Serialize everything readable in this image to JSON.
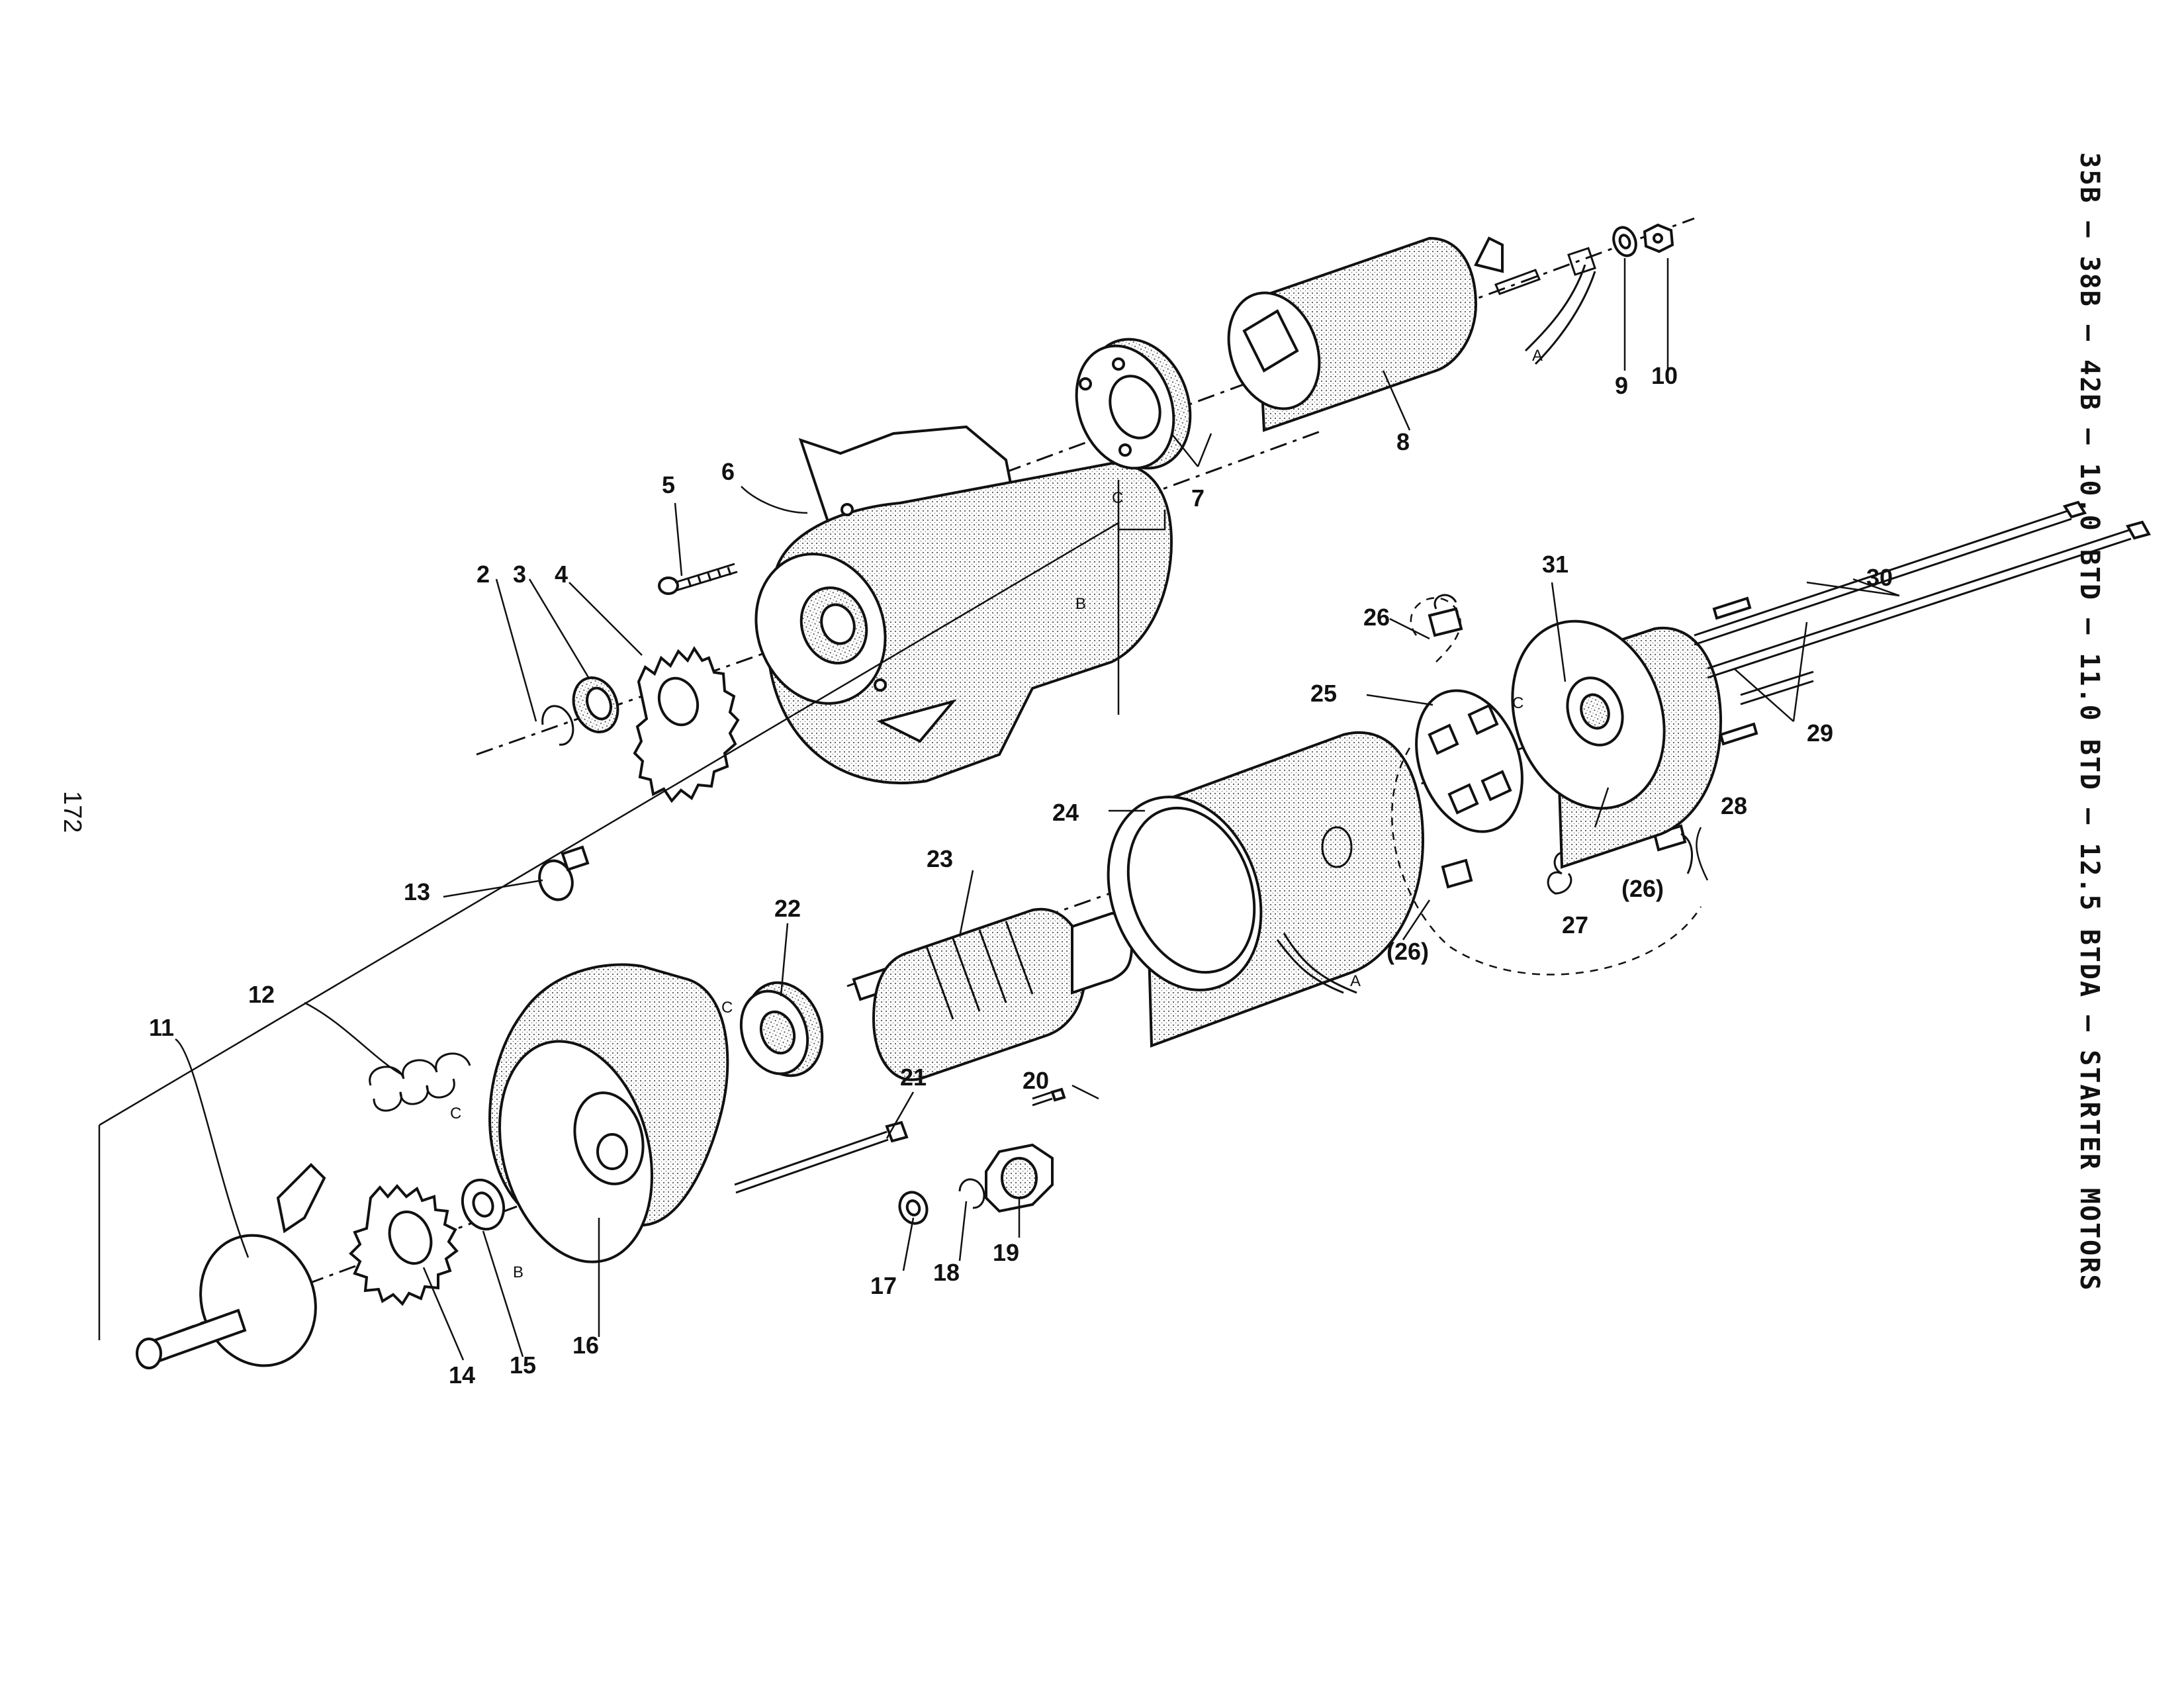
{
  "header": {
    "side_title": "35B – 38B – 42B – 10.0 BTD – 11.0 BTD – 12.5 BTDA – STARTER MOTORS",
    "page_number": "172"
  },
  "callouts": [
    {
      "id": "c2",
      "label": "2"
    },
    {
      "id": "c3",
      "label": "3"
    },
    {
      "id": "c4",
      "label": "4"
    },
    {
      "id": "c5",
      "label": "5"
    },
    {
      "id": "c6",
      "label": "6"
    },
    {
      "id": "c7",
      "label": "7"
    },
    {
      "id": "c8",
      "label": "8"
    },
    {
      "id": "c9",
      "label": "9"
    },
    {
      "id": "c10",
      "label": "10"
    },
    {
      "id": "c11",
      "label": "11"
    },
    {
      "id": "c12",
      "label": "12"
    },
    {
      "id": "c13",
      "label": "13"
    },
    {
      "id": "c14",
      "label": "14"
    },
    {
      "id": "c15",
      "label": "15"
    },
    {
      "id": "c16",
      "label": "16"
    },
    {
      "id": "c17",
      "label": "17"
    },
    {
      "id": "c18",
      "label": "18"
    },
    {
      "id": "c19",
      "label": "19"
    },
    {
      "id": "c20",
      "label": "20"
    },
    {
      "id": "c21",
      "label": "21"
    },
    {
      "id": "c22",
      "label": "22"
    },
    {
      "id": "c23",
      "label": "23"
    },
    {
      "id": "c24",
      "label": "24"
    },
    {
      "id": "c25",
      "label": "25"
    },
    {
      "id": "c26a",
      "label": "26"
    },
    {
      "id": "c26b",
      "label": "(26)"
    },
    {
      "id": "c26c",
      "label": "(26)"
    },
    {
      "id": "c27",
      "label": "27"
    },
    {
      "id": "c28",
      "label": "28"
    },
    {
      "id": "c29",
      "label": "29"
    },
    {
      "id": "c30",
      "label": "30"
    },
    {
      "id": "c31",
      "label": "31"
    }
  ],
  "reference_marks": {
    "a": "A",
    "b": "B",
    "c": "C"
  }
}
